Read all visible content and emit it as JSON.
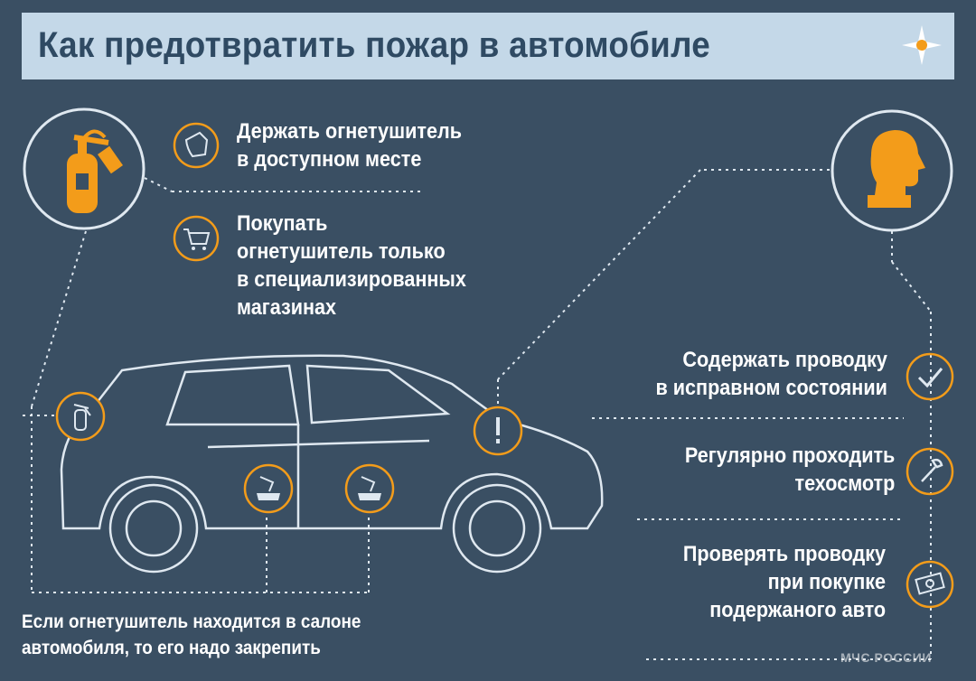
{
  "title": "Как предотвратить пожар в автомобиле",
  "tips_left": [
    {
      "lines": [
        "Держать огнетушитель",
        "в доступном месте"
      ],
      "icon": "glove-icon"
    },
    {
      "lines": [
        "Покупать",
        "огнетушитель только",
        "в специализированных",
        "магазинах"
      ],
      "icon": "cart-icon"
    }
  ],
  "tips_right": [
    {
      "lines": [
        "Содержать проводку",
        "в исправном состоянии"
      ],
      "icon": "checkmark-icon"
    },
    {
      "lines": [
        "Регулярно проходить",
        "техосмотр"
      ],
      "icon": "wrench-icon"
    },
    {
      "lines": [
        "Проверять проводку",
        "при покупке",
        "подержаного авто"
      ],
      "icon": "money-icon"
    }
  ],
  "bottom_note": {
    "lines": [
      "Если огнетушитель находится в салоне",
      "автомобиля, то его надо закрепить"
    ]
  },
  "watermark": "МЧС РОССИИ",
  "colors": {
    "background": "#3a4f63",
    "title_bar": "#c4d8e8",
    "title_text": "#2f4a63",
    "accent": "#f39c1a",
    "lines": "#dfe8f0"
  }
}
